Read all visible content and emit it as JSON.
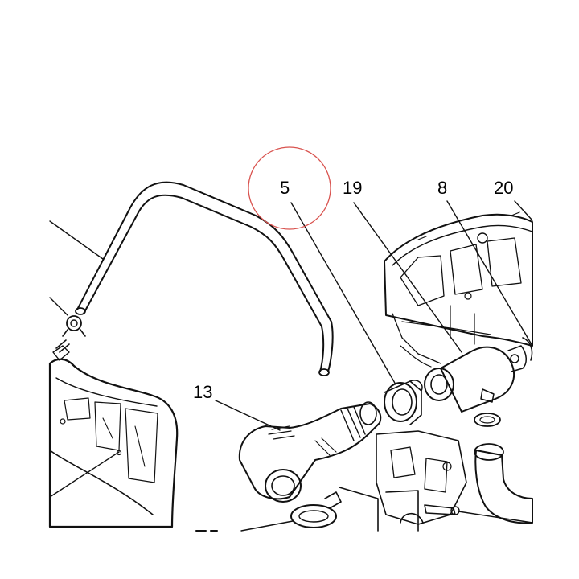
{
  "diagram": {
    "callouts": {
      "part_5": "5",
      "part_19": "19",
      "part_8": "8",
      "part_20": "20",
      "part_13": "13"
    },
    "colors": {
      "ink": "#111111",
      "paper": "#ffffff",
      "highlight_circle": "#d9534f"
    }
  }
}
